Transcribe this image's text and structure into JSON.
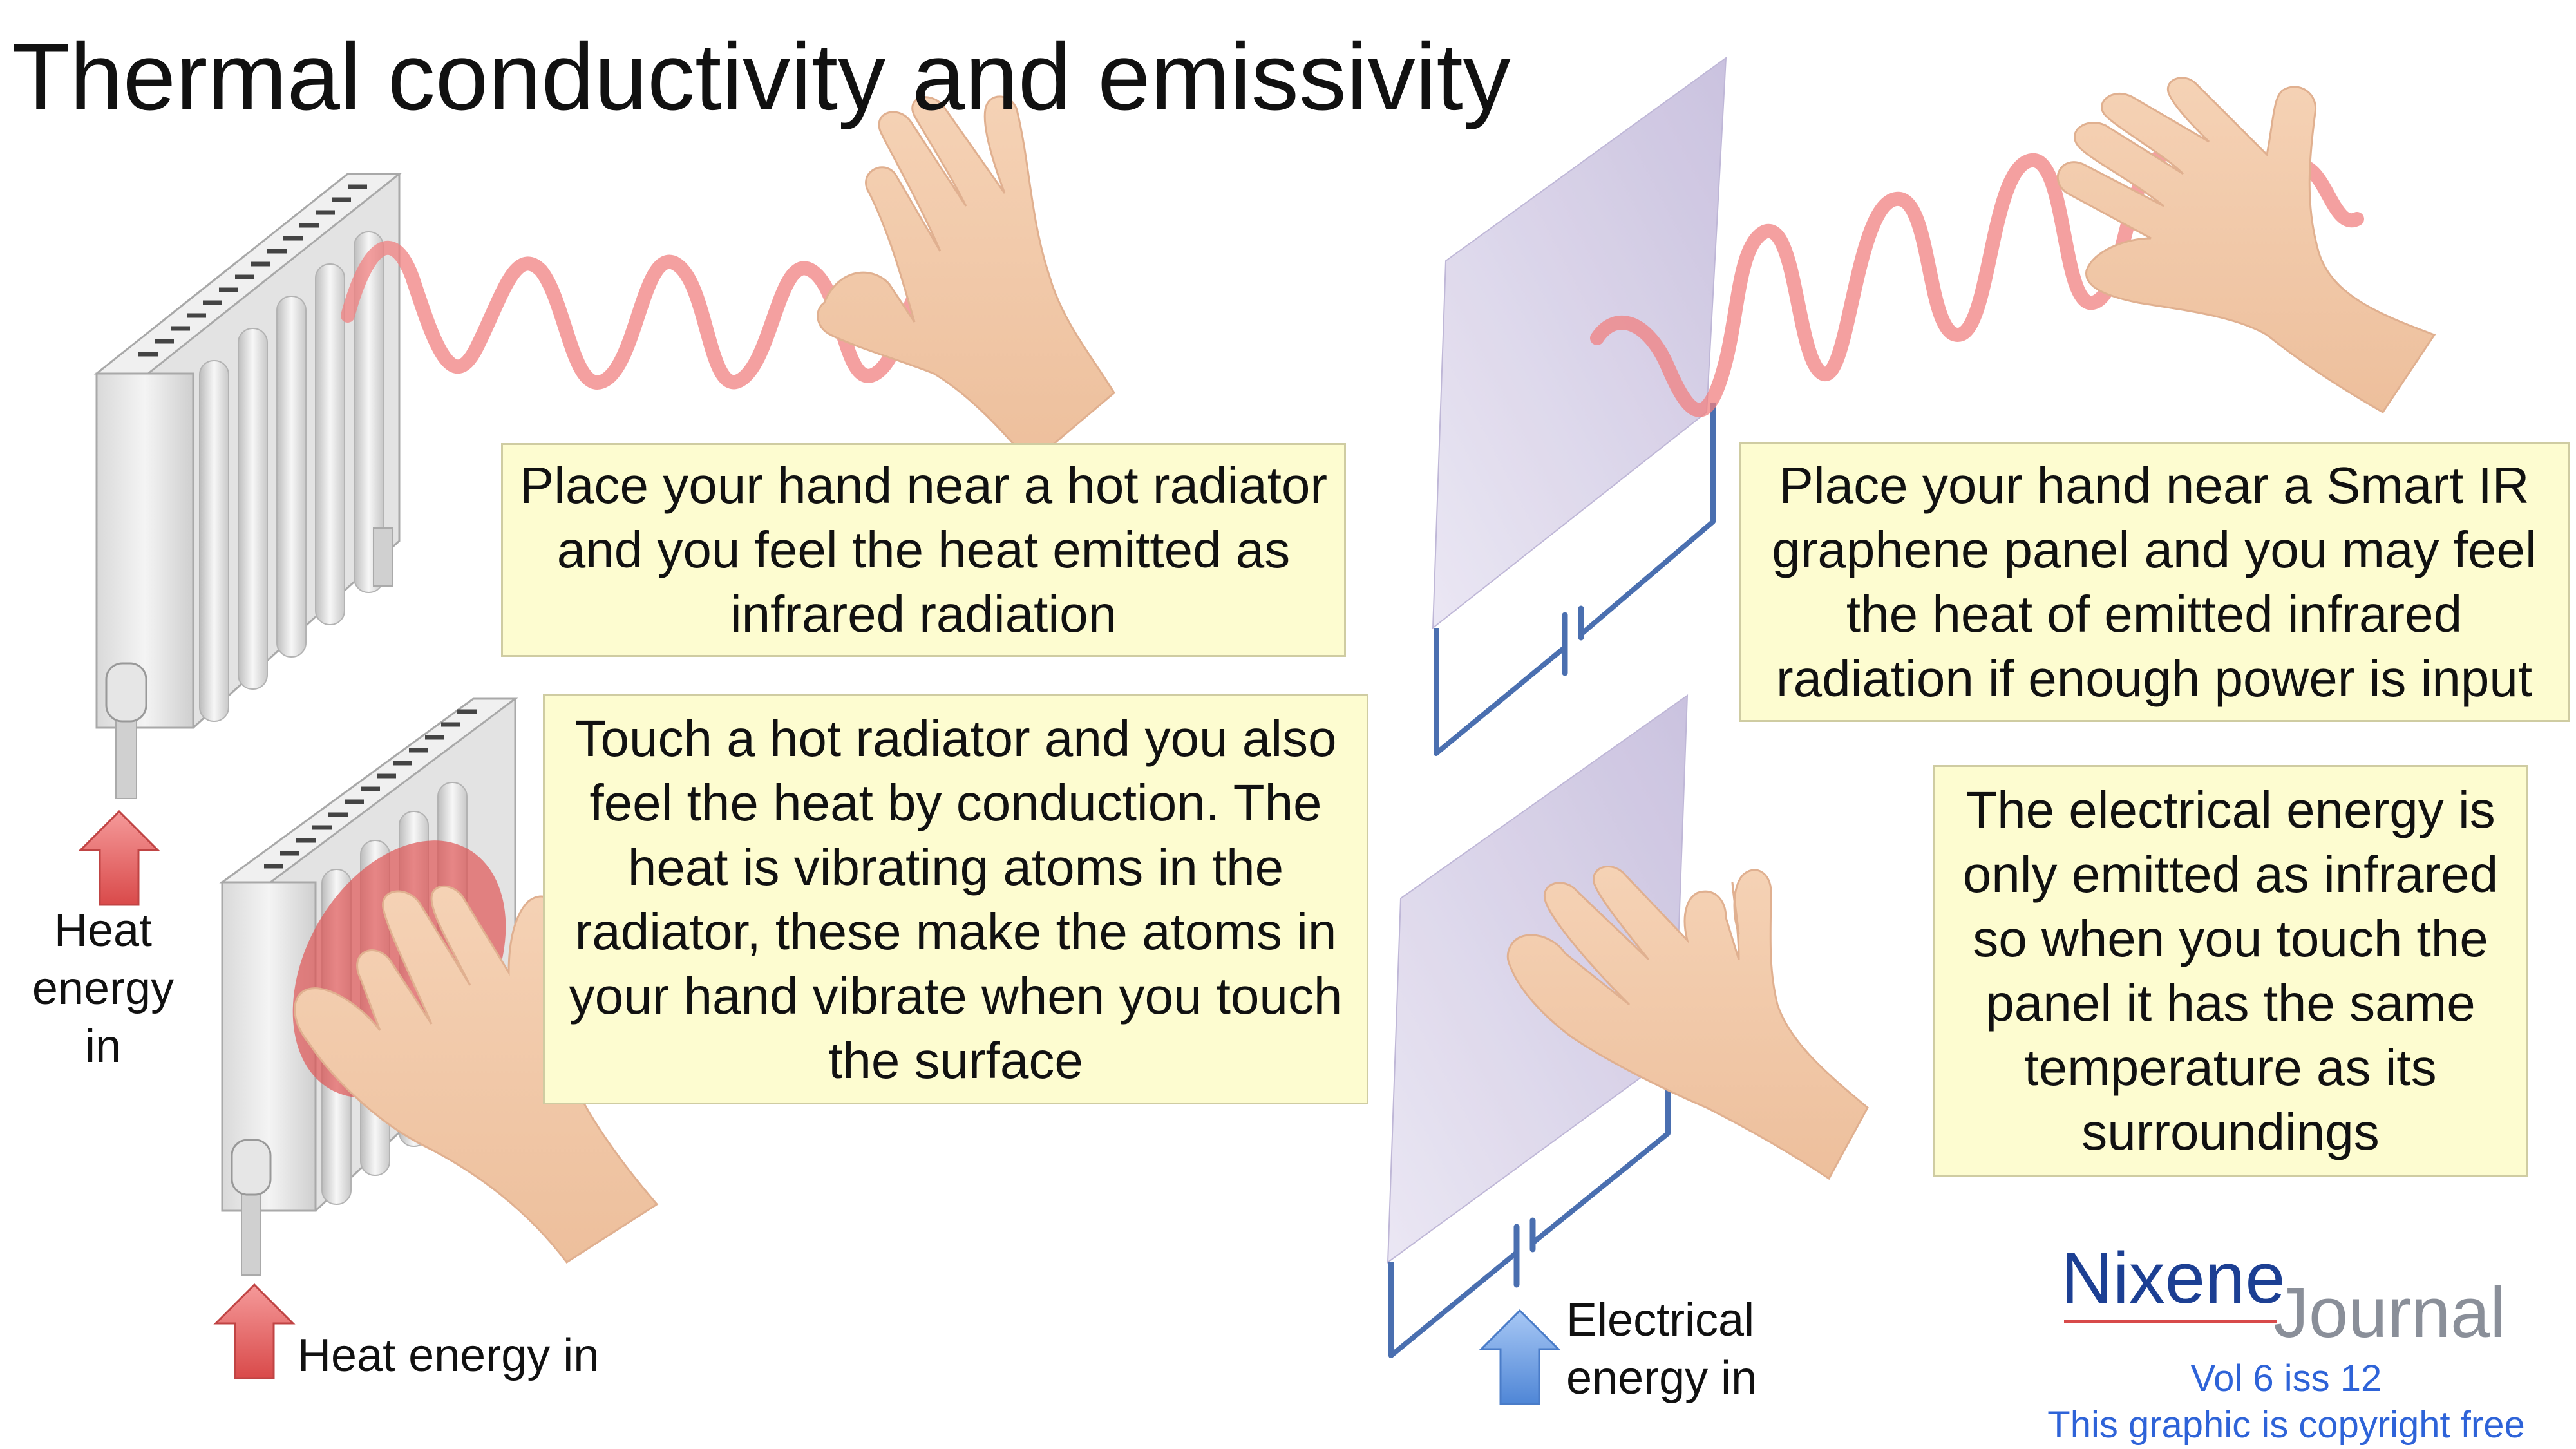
{
  "title": "Thermal conductivity and emissivity",
  "callouts": {
    "radiator_near": "Place your hand near a hot radiator and you feel the heat emitted as infrared radiation",
    "radiator_touch": "Touch a hot radiator and you also feel the heat by conduction. The heat is vibrating atoms in the radiator, these make the atoms in your hand vibrate when you touch the surface",
    "panel_near": "Place your hand near a Smart IR graphene panel and you may feel the heat of emitted infrared radiation if enough power is input",
    "panel_touch": "The electrical energy is only emitted as infrared so when you touch the panel it has the same temperature as its surroundings"
  },
  "labels": {
    "heat_in_top": [
      "Heat",
      "energy",
      "in"
    ],
    "heat_in_bottom": "Heat energy in",
    "electrical_in": [
      "Electrical",
      "energy in"
    ]
  },
  "branding": {
    "name": "Nixene",
    "suffix": "Journal",
    "issue": "Vol 6 iss 12",
    "copyright": "This graphic is copyright free"
  },
  "colors": {
    "callout_bg": "#fdfcd0",
    "wave": "#f08080",
    "heat_arrow": "#e05555",
    "electric_arrow": "#5b8fd8",
    "panel": "#cfc7e3",
    "circuit": "#4a6fb0",
    "skin": "#f2c8a8",
    "brand": "#1c3f93"
  },
  "icons": [
    "radiator-icon",
    "hand-icon",
    "graphene-panel-icon",
    "battery-icon",
    "arrow-up-icon",
    "infrared-wave-icon"
  ]
}
